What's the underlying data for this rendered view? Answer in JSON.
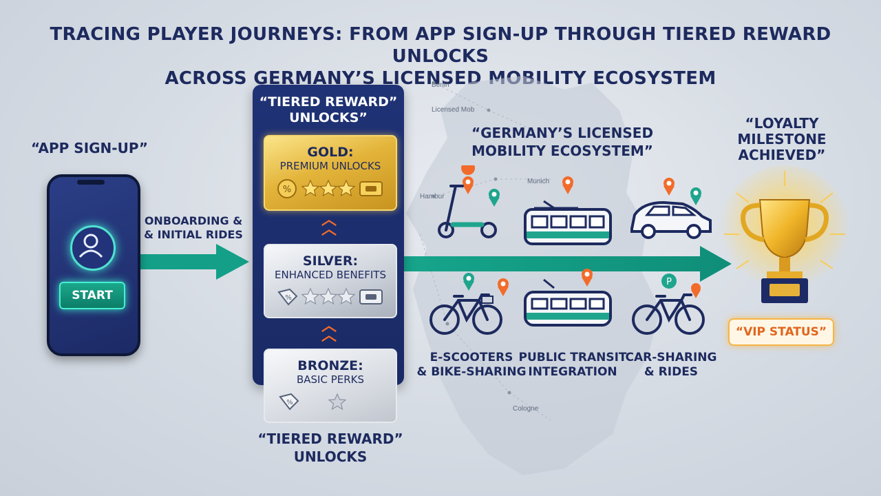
{
  "title_line1": "TRACING PLAYER JOURNEYS: FROM APP SIGN-UP THROUGH TIERED REWARD UNLOCKS",
  "title_line2": "ACROSS GERMANY’S LICENSED MOBILITY ECOSYSTEM",
  "map_labels": {
    "berlin": "Berlin",
    "licensed": "Licensed Mob",
    "hamburg": "Hambur",
    "munich": "Munich",
    "cologne": "Cologne"
  },
  "signup": {
    "label": "“APP SIGN-UP”",
    "start_button": "START",
    "onboarding_line1": "ONBOARDING &",
    "onboarding_line2": "& INITIAL RIDES"
  },
  "tiers": {
    "heading_line1": "“TIERED REWARD”",
    "heading_line2": "UNLOCKS”",
    "gold_name": "GOLD:",
    "gold_desc": "PREMIUM UNLOCKS",
    "silver_name": "SILVER:",
    "silver_desc": "ENHANCED BENEFITS",
    "bronze_name": "BRONZE:",
    "bronze_desc": "BASIC PERKS",
    "footer_line1": "“TIERED REWARD”",
    "footer_line2": "UNLOCKS"
  },
  "ecosystem": {
    "heading_line1": "“GERMANY’S LICENSED",
    "heading_line2": "MOBILITY ECOSYSTEM”",
    "col1_line1": "E-SCOOTERS",
    "col1_line2": "& BIKE-SHARING",
    "col2_line1": "PUBLIC TRANSIT",
    "col2_line2": "INTEGRATION",
    "col3_line1": "CAR-SHARING",
    "col3_line2": "& RIDES"
  },
  "milestone": {
    "line1": "“LOYALTY",
    "line2": "MILESTONE",
    "line3": "ACHIEVED”",
    "vip": "“VIP STATUS”"
  },
  "colors": {
    "navy": "#1d2a5e",
    "teal": "#14a088",
    "orange": "#f26b2a",
    "gold": "#e3b43a"
  }
}
